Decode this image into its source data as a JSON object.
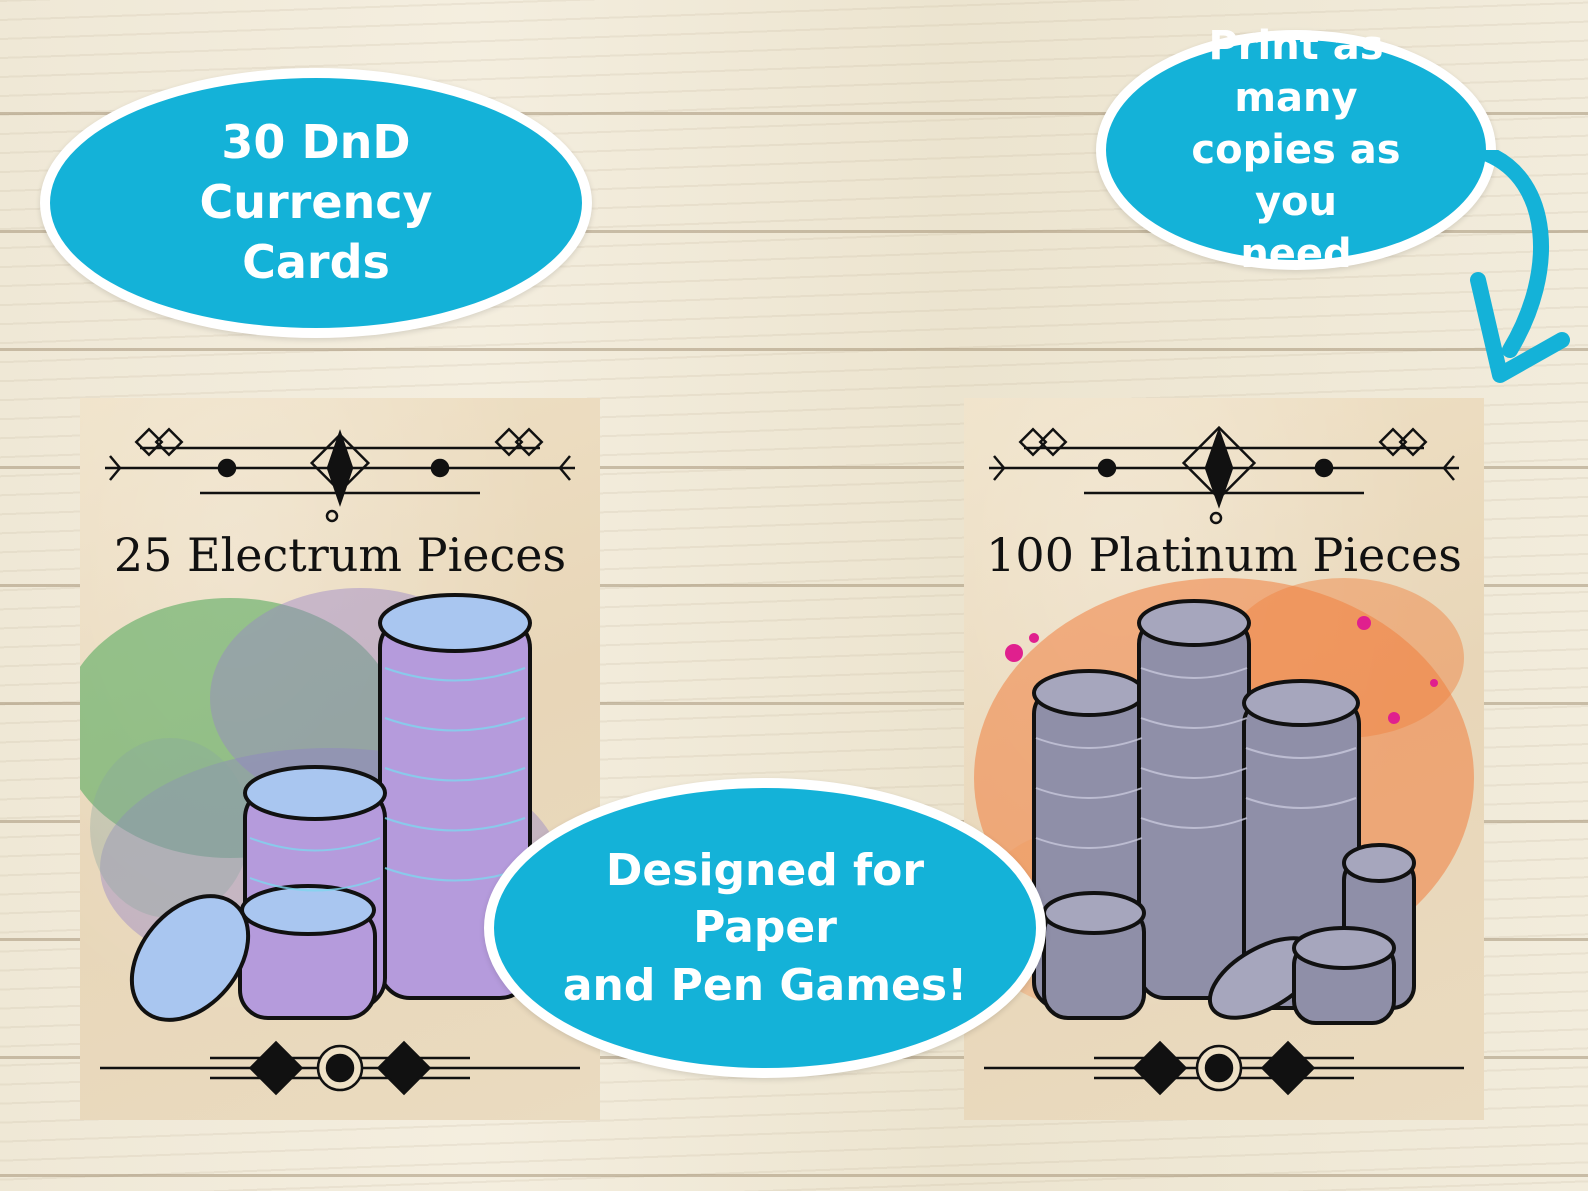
{
  "bubbles": {
    "title_lines": [
      "30 DnD Currency",
      "Cards"
    ],
    "print_lines": [
      "Print as many",
      "copies as you",
      "need"
    ],
    "designed_lines": [
      "Designed for Paper",
      "and Pen Games!"
    ]
  },
  "cards": [
    {
      "title": "25 Electrum Pieces",
      "coin_color": "#a9c6f0",
      "splash_color": "#3fa64a"
    },
    {
      "title": "100 Platinum Pieces",
      "coin_color": "#8f8fa8",
      "splash_color": "#f07a3a"
    }
  ],
  "colors": {
    "bubble": "#14b2d8",
    "bubble_border": "#ffffff",
    "arrow": "#14b2d8"
  }
}
